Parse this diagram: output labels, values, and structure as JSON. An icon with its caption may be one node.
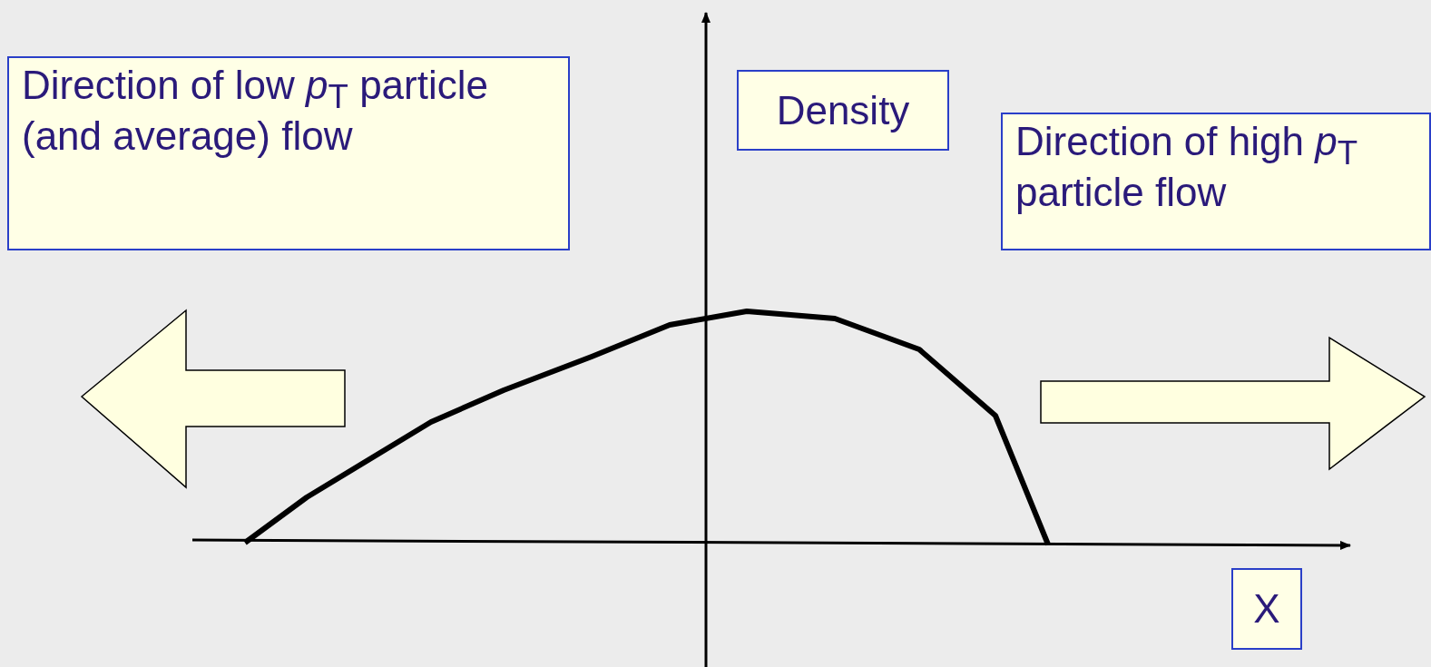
{
  "diagram": {
    "nodes": [
      {
        "text": [
          "Direction of low *p*$_{T}$ particle (and average) flow"
        ]
      },
      {
        "text": [
          "Density"
        ]
      },
      {
        "text": [
          "Direction of high *p*$_{T}$ particle flow"
        ]
      },
      {
        "text": [
          "X"
        ]
      }
    ]
  }
}
